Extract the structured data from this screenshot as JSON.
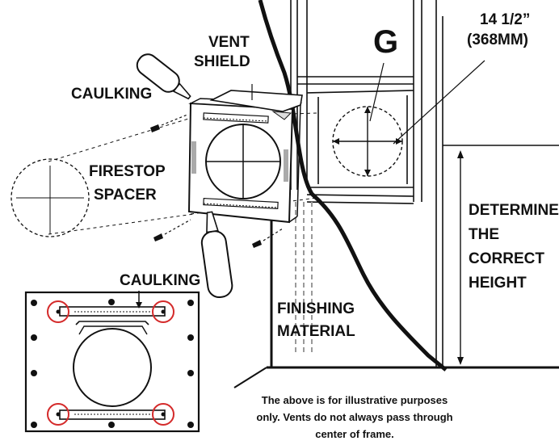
{
  "labels": {
    "caulking_top": "CAULKING",
    "vent_shield_line1": "VENT",
    "vent_shield_line2": "SHIELD",
    "firestop_line1": "FIRESTOP",
    "firestop_line2": "SPACER",
    "caulking_inset": "CAULKING",
    "g_marker": "G",
    "dimension_line1": "14 1/2”",
    "dimension_line2": "(368MM)",
    "height_line1": "DETERMINE",
    "height_line2": "THE",
    "height_line3": "CORRECT",
    "height_line4": "HEIGHT",
    "finishing_line1": "FINISHING",
    "finishing_line2": "MATERIAL"
  },
  "note": {
    "line1": "The above is for illustrative purposes",
    "line2": "only. Vents do not always pass through",
    "line3": "center of frame."
  },
  "colors": {
    "ink": "#111111",
    "highlight_circle": "#d42a2a",
    "dashed_grey": "#9a9a9a"
  }
}
